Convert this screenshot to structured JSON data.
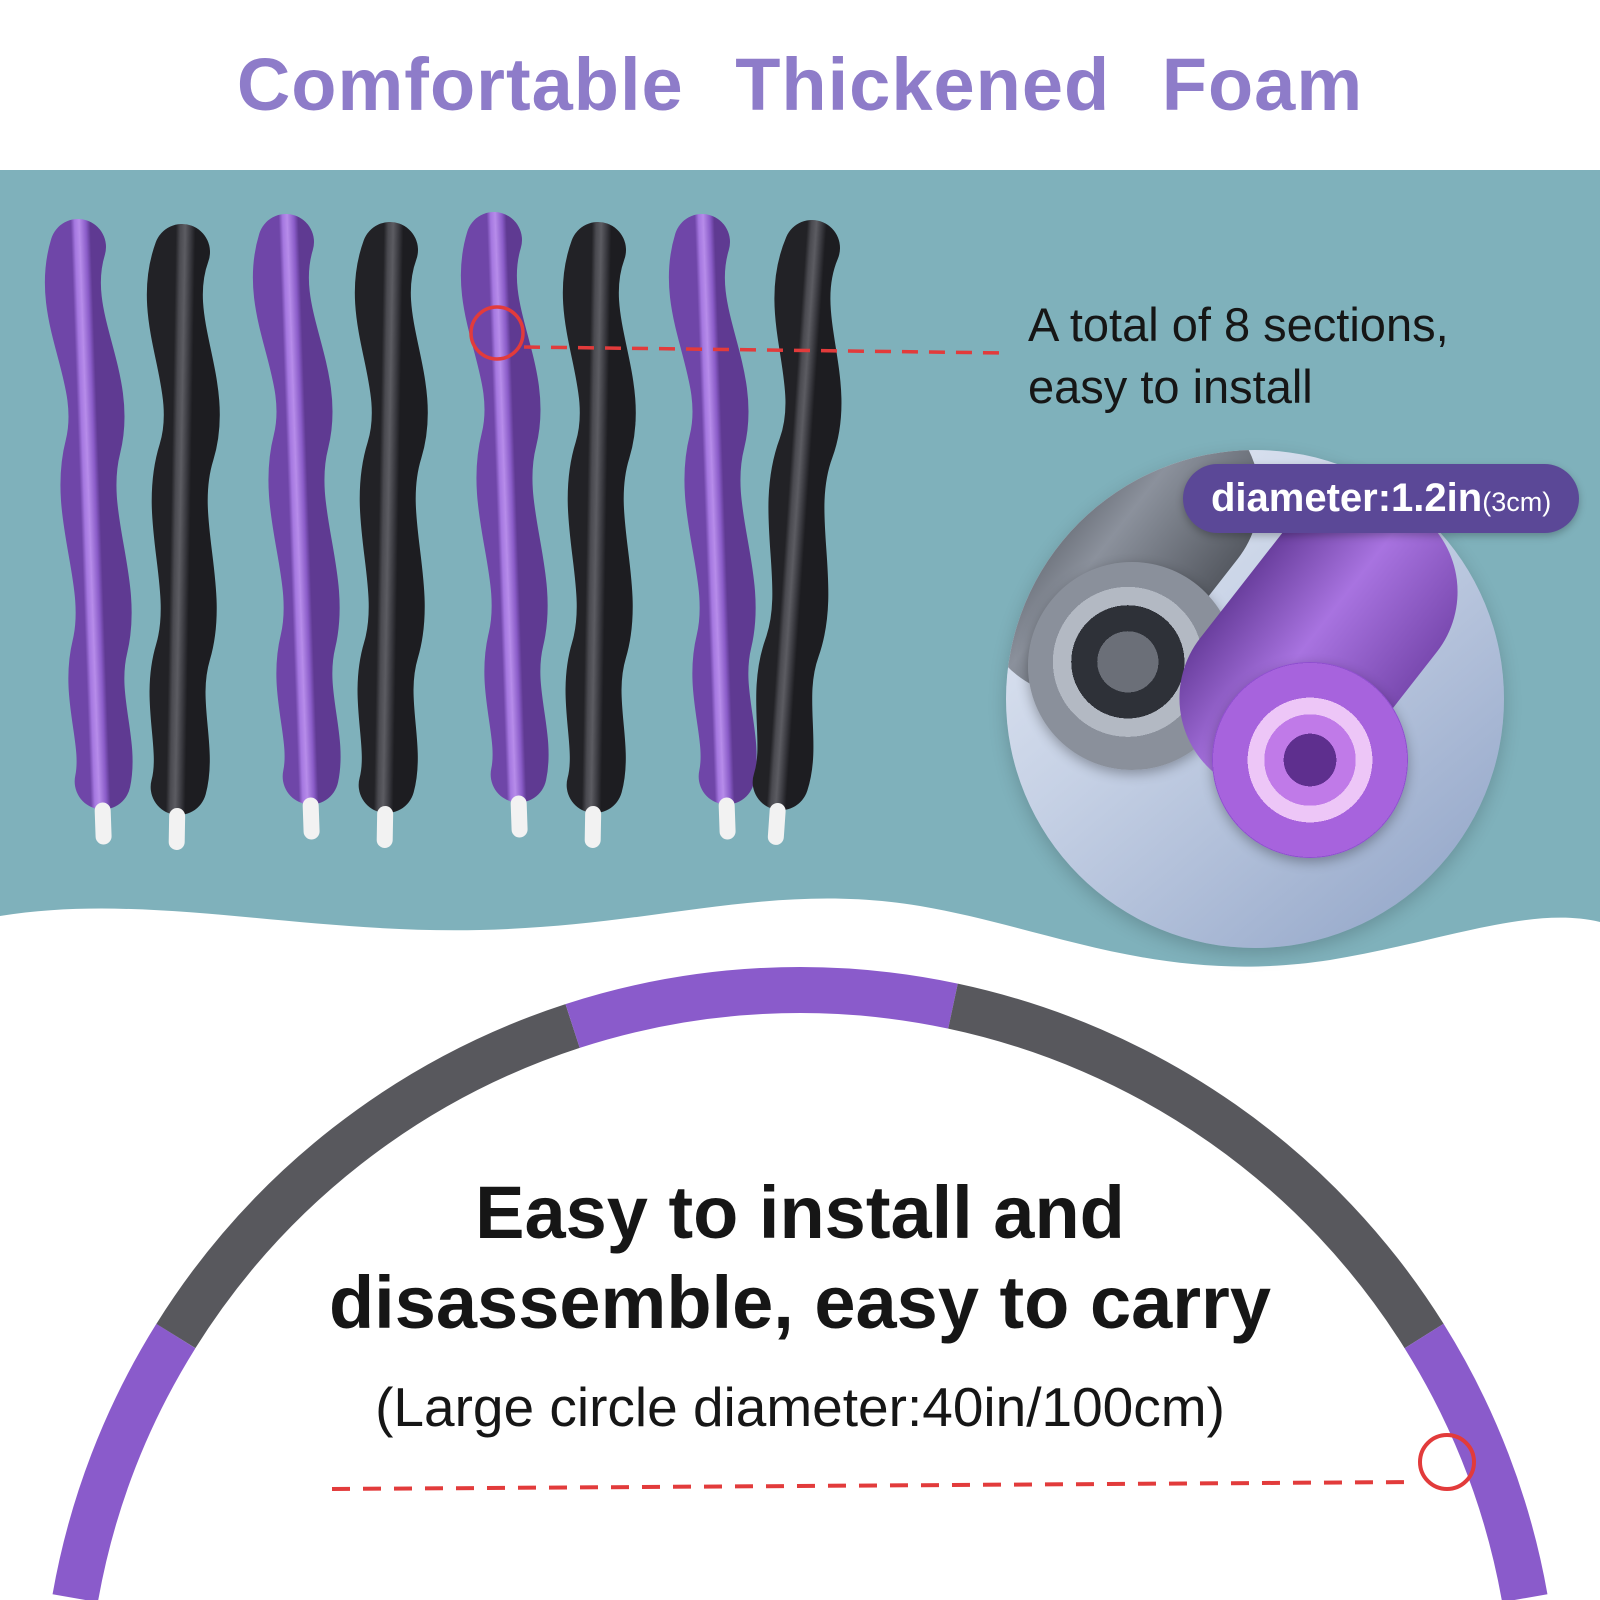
{
  "title": "Comfortable Thickened Foam",
  "annotation": {
    "line1": "A total of 8 sections,",
    "line2": "easy to install"
  },
  "badge": {
    "text": "diameter:1.2in",
    "suffix": "(3cm)"
  },
  "bottom": {
    "line1": "Easy to install and",
    "line2": "disassemble, easy to carry",
    "note": "(Large circle diameter:40in/100cm)"
  },
  "colors": {
    "title_purple": "#8e7cc9",
    "teal_bg": "#7fb1bb",
    "badge_purple": "#5b4897",
    "foam_purple": "#9a6ad8",
    "foam_gray": "#3c3c40",
    "hoop_purple": "#8a5bcb",
    "hoop_gray": "#58585d",
    "annotation_red": "#e23b3b",
    "text_dark": "#161616"
  }
}
